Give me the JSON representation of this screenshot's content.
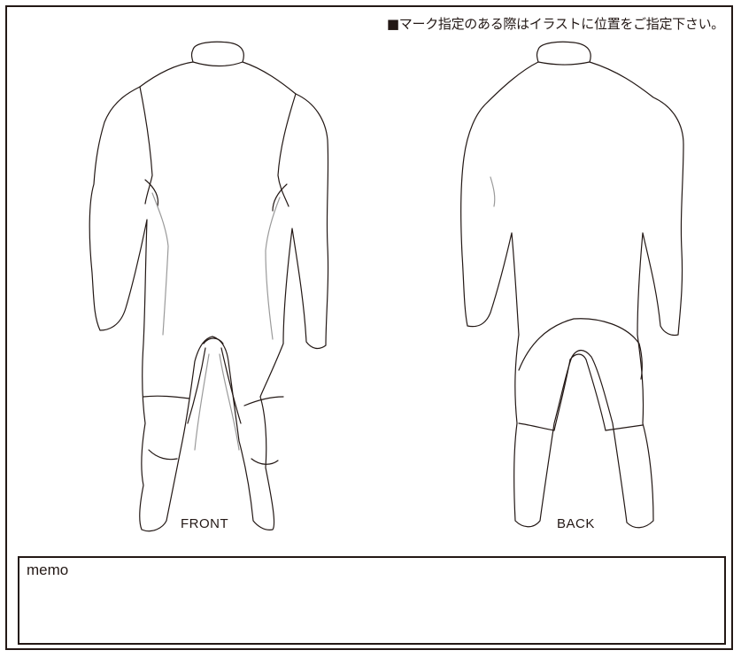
{
  "instruction": "■マーク指定のある際はイラストに位置をご指定下さい。",
  "figures": {
    "front_label": "FRONT",
    "back_label": "BACK"
  },
  "memo": {
    "label": "memo"
  }
}
